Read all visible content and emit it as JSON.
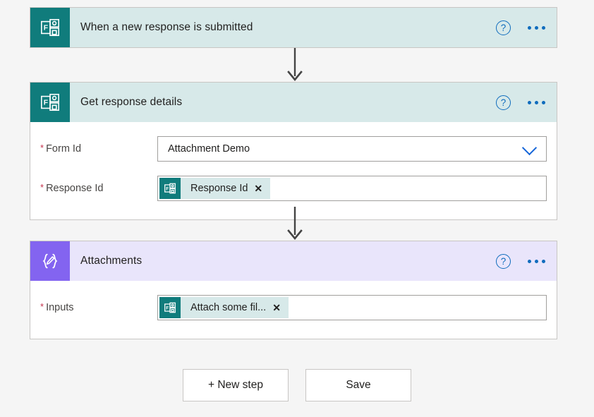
{
  "app": {
    "name": "Power Automate Flow Designer",
    "background_color": "#f5f5f5"
  },
  "colors": {
    "forms_teal": "#107c7c",
    "forms_header_teal": "#d7e9e9",
    "compose_purple": "#8364f0",
    "compose_header_purple": "#e9e5fb",
    "accent_blue": "#0f6cbd",
    "required_red": "#c4314b",
    "border_gray": "#c8c6c4",
    "arrow_gray": "#444444"
  },
  "steps": [
    {
      "id": "trigger",
      "title": "When a new response is submitted",
      "icon": "microsoft-forms-icon",
      "icon_color": "#107c7c",
      "header_color": "#d7e9e9",
      "help_label": "?",
      "menu_label": "•••",
      "fields": []
    },
    {
      "id": "get-response-details",
      "title": "Get response details",
      "icon": "microsoft-forms-icon",
      "icon_color": "#107c7c",
      "header_color": "#d7e9e9",
      "help_label": "?",
      "menu_label": "•••",
      "fields": [
        {
          "name": "form-id",
          "label": "Form Id",
          "required": true,
          "required_marker": "*",
          "control": "dropdown",
          "value": "Attachment Demo",
          "chevron_icon": "chevron-down-icon"
        },
        {
          "name": "response-id",
          "label": "Response Id",
          "required": true,
          "required_marker": "*",
          "control": "token",
          "token_label": "Response Id",
          "token_icon": "microsoft-forms-icon",
          "token_remove_label": "✕"
        }
      ]
    },
    {
      "id": "attachments",
      "title": "Attachments",
      "icon": "compose-braces-pencil-icon",
      "icon_color": "#8364f0",
      "header_color": "#e9e5fb",
      "help_label": "?",
      "menu_label": "•••",
      "fields": [
        {
          "name": "inputs",
          "label": "Inputs",
          "required": true,
          "required_marker": "*",
          "control": "token",
          "token_label": "Attach some fil...",
          "token_icon": "microsoft-forms-icon",
          "token_remove_label": "✕"
        }
      ]
    }
  ],
  "connectors": [
    {
      "name": "connector-trigger-to-get-response",
      "direction": "down"
    },
    {
      "name": "connector-get-response-to-attachments",
      "direction": "down"
    }
  ],
  "footer": {
    "new_step_label": "+ New step",
    "save_label": "Save"
  }
}
